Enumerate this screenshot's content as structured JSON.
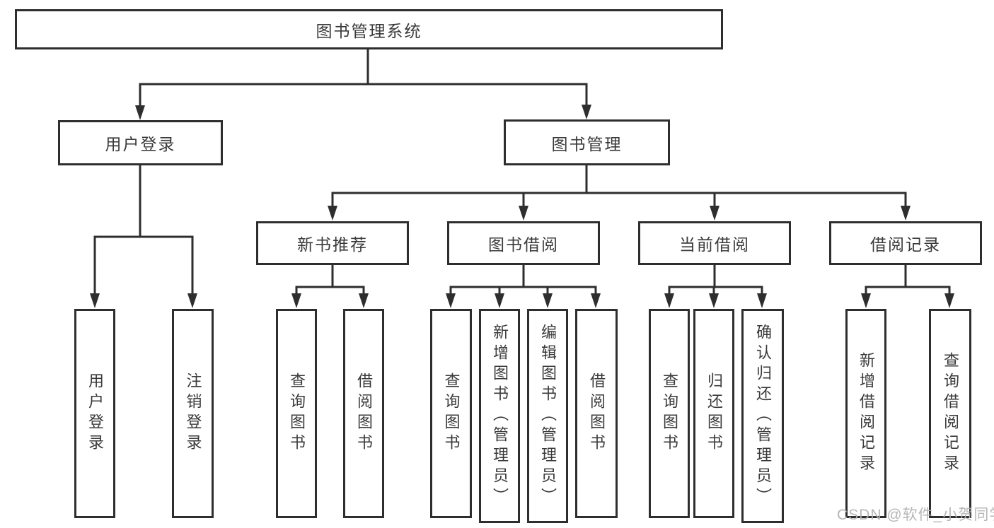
{
  "diagram": {
    "type": "hierarchy",
    "root": {
      "label": "图书管理系统",
      "children": [
        {
          "label": "用户登录",
          "children": [
            {
              "label": "用户登录"
            },
            {
              "label": "注销登录"
            }
          ]
        },
        {
          "label": "图书管理",
          "children": [
            {
              "label": "新书推荐",
              "children": [
                {
                  "label": "查询图书"
                },
                {
                  "label": "借阅图书"
                }
              ]
            },
            {
              "label": "图书借阅",
              "children": [
                {
                  "label": "查询图书"
                },
                {
                  "label": "新增图书（管理员）"
                },
                {
                  "label": "编辑图书（管理员）"
                },
                {
                  "label": "借阅图书"
                }
              ]
            },
            {
              "label": "当前借阅",
              "children": [
                {
                  "label": "查询图书"
                },
                {
                  "label": "归还图书"
                },
                {
                  "label": "确认归还（管理员）"
                }
              ]
            },
            {
              "label": "借阅记录",
              "children": [
                {
                  "label": "新增借阅记录"
                },
                {
                  "label": "查询借阅记录"
                }
              ]
            }
          ]
        }
      ]
    }
  },
  "watermark": {
    "text": "CSDN @软件_小贺同学"
  },
  "colors": {
    "line": "#2e2e2e",
    "text": "#3a3a3a",
    "watermark": "#b3b3b3",
    "background": "#ffffff"
  }
}
